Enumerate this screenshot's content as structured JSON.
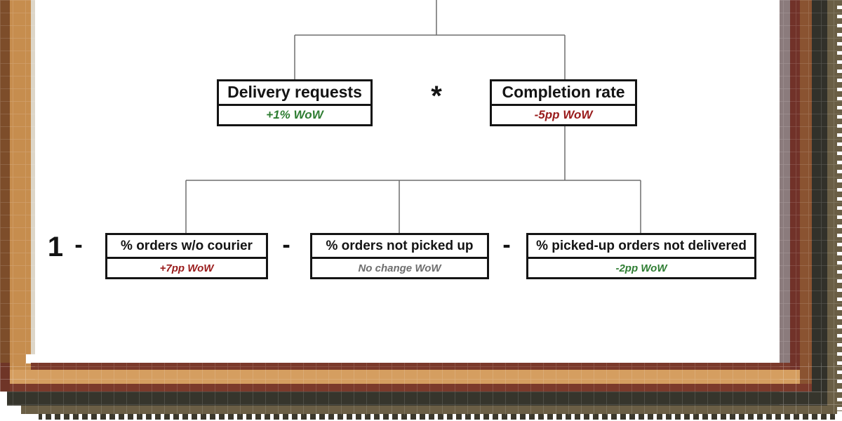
{
  "palette": {
    "positive_green": "#2e7d32",
    "negative_red": "#991b1b",
    "neutral_gray": "#6e6e6e",
    "box_border_black": "#141414",
    "connector_gray": "#6e6e6e",
    "frame_dark_brown": "#7d4d2a",
    "frame_tan": "#c68d4e",
    "frame_inner_light": "#ddd6c8",
    "frame_maroon": "#7b3a2b",
    "frame_bottom_tan": "#d59e60",
    "frame_dark_olive": "#36352c",
    "frame_olive_brown": "#6a5e45",
    "frame_mauve": "#8b7b7c"
  },
  "diagram": {
    "multiply_operator": "*",
    "constant": "1",
    "minus_operator": "-",
    "level1": [
      {
        "label": "Delivery requests",
        "change": "+1% WoW",
        "color": "#2e7d32"
      },
      {
        "label": "Completion rate",
        "change": "-5pp WoW",
        "color": "#991b1b"
      }
    ],
    "level2": [
      {
        "label": "% orders w/o courier",
        "change": "+7pp WoW",
        "color": "#991b1b"
      },
      {
        "label": "% orders not picked up",
        "change": "No change WoW",
        "color": "#6e6e6e"
      },
      {
        "label": "% picked-up orders not delivered",
        "change": "-2pp WoW",
        "color": "#2e7d32"
      }
    ]
  }
}
